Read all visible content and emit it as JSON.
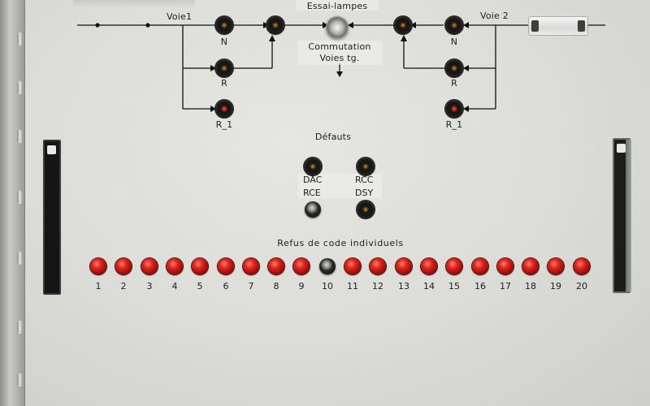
{
  "header": {
    "title": "Essai-lampes",
    "commutation_line1": "Commutation",
    "commutation_line2": "Voies tg."
  },
  "channels": {
    "voie1": {
      "label": "Voie1",
      "lamps": [
        "N",
        "R",
        "R_1"
      ]
    },
    "voie2": {
      "label": "Voie 2",
      "lamps": [
        "N",
        "R",
        "R_1"
      ]
    }
  },
  "defauts": {
    "title": "Défauts",
    "labels": [
      "DAC",
      "RCC",
      "RCE",
      "DSY"
    ]
  },
  "refus": {
    "title": "Refus de code individuels",
    "numbers": [
      "1",
      "2",
      "3",
      "4",
      "5",
      "6",
      "7",
      "8",
      "9",
      "10",
      "11",
      "12",
      "13",
      "14",
      "15",
      "16",
      "17",
      "18",
      "19",
      "20"
    ],
    "unlit_index": 10
  },
  "colors": {
    "panel": "#e3e3e0",
    "lamp_red": "#c8191a",
    "socket": "#1a1a1a",
    "handle": "#151515"
  }
}
